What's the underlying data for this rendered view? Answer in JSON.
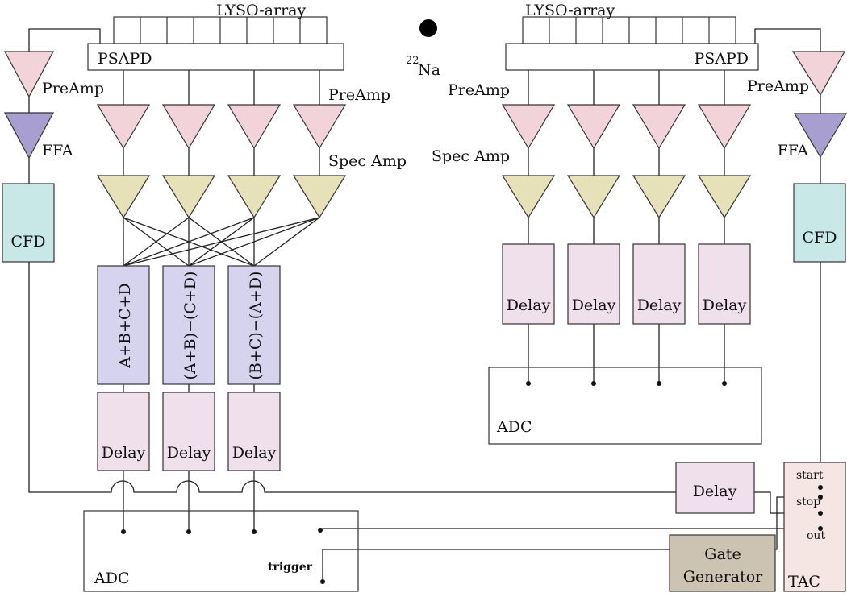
{
  "colors": {
    "preamp": "#f2d3da",
    "ffa": "#a89fd0",
    "spec_amp": "#e6e1b8",
    "cfd": "#c8e8e8",
    "arith": "#d6d3ef",
    "delay": "#f0e0ec",
    "gate": "#cdc3b2",
    "tac": "#f5e6e3",
    "line": "#222222"
  },
  "source": {
    "label": "²²Na",
    "sup": "22",
    "name": "Na"
  },
  "left_detector": {
    "array_label": "LYSO-array",
    "psapd_label": "PSAPD",
    "preamp_label_timing": "PreAmp",
    "ffa_label": "FFA",
    "cfd_label": "CFD",
    "preamp_label_channels": "PreAmp",
    "spec_amp_label": "Spec Amp",
    "sum_blocks": [
      "A+B+C+D",
      "(A+B)−(C+D)",
      "(B+C)−(A+D)"
    ],
    "delay_labels": [
      "Delay",
      "Delay",
      "Delay"
    ],
    "adc_label": "ADC",
    "trigger_label": "trigger"
  },
  "right_detector": {
    "array_label": "LYSO-array",
    "psapd_label": "PSAPD",
    "preamp_label_timing": "PreAmp",
    "ffa_label": "FFA",
    "cfd_label": "CFD",
    "preamp_label_channels": "PreAmp",
    "spec_amp_label": "Spec Amp",
    "delay_labels": [
      "Delay",
      "Delay",
      "Delay",
      "Delay"
    ],
    "adc_label": "ADC"
  },
  "timing": {
    "delay_label": "Delay",
    "gate_generator_label": "Gate Generator",
    "gate_line1": "Gate",
    "gate_line2": "Generator",
    "tac_label": "TAC",
    "tac_start": "start",
    "tac_stop": "stop",
    "tac_out": "out"
  }
}
